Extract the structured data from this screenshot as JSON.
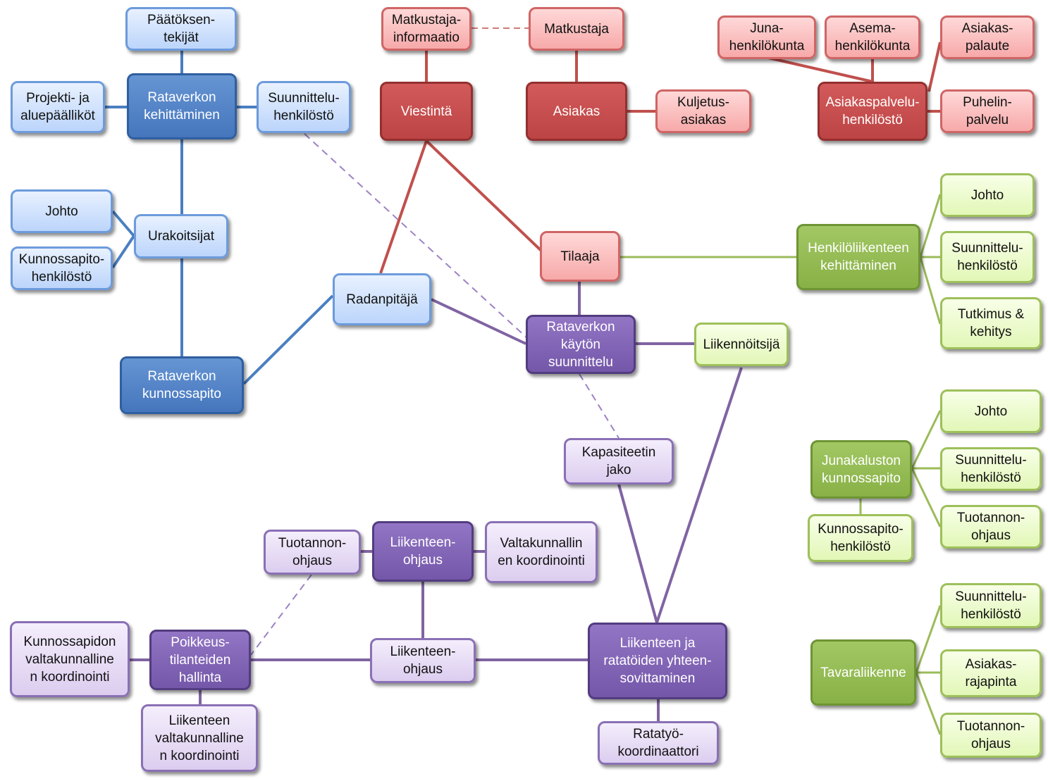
{
  "colors": {
    "blue_line": "#4a7fc1",
    "red_line": "#c0504d",
    "purple_line": "#8064a2",
    "purple_dash": "#9c82c4",
    "green_line": "#9bbb59"
  },
  "nodes": {
    "paatoksentekijat": "Päätöksen-\ntekijät",
    "projekti": "Projekti- ja\naluepäälliköt",
    "rataverkon_kehittaminen": "Rataverkon\nkehittäminen",
    "suunnittelu_blue": "Suunnittelu-\nhenkilöstö",
    "johto_blue": "Johto",
    "urakoitsijat": "Urakoitsijat",
    "kunnossapito_blue": "Kunnossapito-\nhenkilöstö",
    "radanpitaja": "Radanpitäjä",
    "rataverkon_kunnossapito": "Rataverkon\nkunnossapito",
    "matkustajainformaatio": "Matkustaja-\ninformaatio",
    "matkustaja": "Matkustaja",
    "viestinta": "Viestintä",
    "asiakas": "Asiakas",
    "kuljetusasiakas": "Kuljetus-\nasiakas",
    "junahenkilokunta": "Juna-\nhenkilökunta",
    "asemahenkilokunta": "Asema-\nhenkilökunta",
    "asiakaspalaute": "Asiakas-\npalaute",
    "asiakaspalveluhenkilosto": "Asiakaspalvelu-\nhenkilöstö",
    "puhelinpalvelu": "Puhelin-\npalvelu",
    "tilaaja": "Tilaaja",
    "henkiloliikenteen_kehittaminen": "Henkilöliikenteen\nkehittäminen",
    "johto_g1": "Johto",
    "suunnittelu_g1": "Suunnittelu-\nhenkilöstö",
    "tutkimus": "Tutkimus &\nkehitys",
    "rataverkon_kayton": "Rataverkon\nkäytön\nsuunnittelu",
    "liikennoitsija": "Liikennöitsijä",
    "kapasiteetin_jako": "Kapasiteetin\njako",
    "junakaluston": "Junakaluston\nkunnossapito",
    "johto_g2": "Johto",
    "suunnittelu_g2": "Suunnittelu-\nhenkilöstö",
    "tuotannonohjaus_g2": "Tuotannon-\nohjaus",
    "kunnossapito_g2": "Kunnossapito-\nhenkilöstö",
    "tavaraliikenne": "Tavaraliikenne",
    "suunnittelu_g3": "Suunnittelu-\nhenkilöstö",
    "asiakasrajapinta": "Asiakas-\nrajapinta",
    "tuotannonohjaus_g3": "Tuotannon-\nohjaus",
    "tuotannonohjaus_p": "Tuotannon-\nohjaus",
    "liikenteenohjaus_d": "Liikenteen-\nohjaus",
    "valtakunnallinen": "Valtakunnallin\nen koordinointi",
    "kunnossapidon_valt": "Kunnossapidon\nvaltakunnalline\nn koordinointi",
    "poikkeustilanteiden": "Poikkeus-\ntilanteiden\nhallinta",
    "liikenteenohjaus_l": "Liikenteen-\nohjaus",
    "liikenteen_ja_ratatoiden": "Liikenteen ja\nratatöiden yhteen-\nsovittaminen",
    "liikenteen_valt": "Liikenteen\nvaltakunnalline\nn koordinointi",
    "ratatyokoordinaattori": "Ratatyö-\nkoordinaattori"
  }
}
